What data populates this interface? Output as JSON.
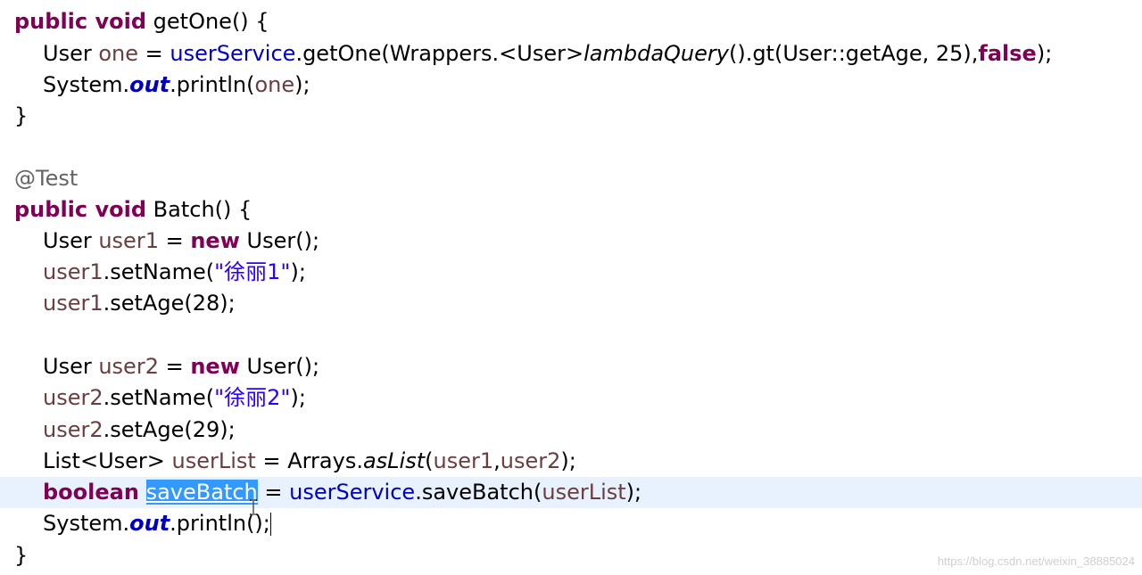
{
  "code_lines": [
    {
      "t1": "public void",
      "t2": " getOne() {"
    },
    {
      "t1": "User ",
      "t2": "one",
      "t3": " = ",
      "t4": "userService",
      "t5": ".getOne(Wrappers.<User>",
      "t6": "lambdaQuery",
      "t7": "().gt(User::getAge, 25),",
      "t8": "false",
      "t9": ");"
    },
    {
      "t1": "System.",
      "t2": "out",
      "t3": ".println(",
      "t4": "one",
      "t5": ");"
    },
    {
      "t1": "}"
    },
    {
      "t1": "@Test"
    },
    {
      "t1": "public void",
      "t2": " Batch() {"
    },
    {
      "t1": "User ",
      "t2": "user1",
      "t3": " = ",
      "t4": "new",
      "t5": " User();"
    },
    {
      "t1": "user1",
      "t2": ".setName(",
      "t3": "\"徐丽1\"",
      "t4": ");"
    },
    {
      "t1": "user1",
      "t2": ".setAge(28);"
    },
    {
      "t1": "User ",
      "t2": "user2",
      "t3": " = ",
      "t4": "new",
      "t5": " User();"
    },
    {
      "t1": "user2",
      "t2": ".setName(",
      "t3": "\"徐丽2\"",
      "t4": ");"
    },
    {
      "t1": "user2",
      "t2": ".setAge(29);"
    },
    {
      "t1": "List<User> ",
      "t2": "userList",
      "t3": " = Arrays.",
      "t4": "asList",
      "t5": "(",
      "t6": "user1",
      "t7": ",",
      "t8": "user2",
      "t9": ");"
    },
    {
      "t1": "boolean",
      "t2": " ",
      "t3": "saveBatch",
      "t4": " = ",
      "t5": "userService",
      "t6": ".saveBatch(",
      "t7": "userList",
      "t8": ");"
    },
    {
      "t1": "System.",
      "t2": "out",
      "t3": ".println();"
    },
    {
      "t1": "}"
    }
  ],
  "watermark": "https://blog.csdn.net/weixin_38885024",
  "icons": {
    "cursor": "text-cursor-icon"
  },
  "colors": {
    "keyword": "#7f0055",
    "field": "#0000c0",
    "local_variable": "#6a3e3e",
    "string": "#2a00ff",
    "annotation": "#646464",
    "current_line": "#e8f2fe",
    "selection": "#3399ff"
  }
}
